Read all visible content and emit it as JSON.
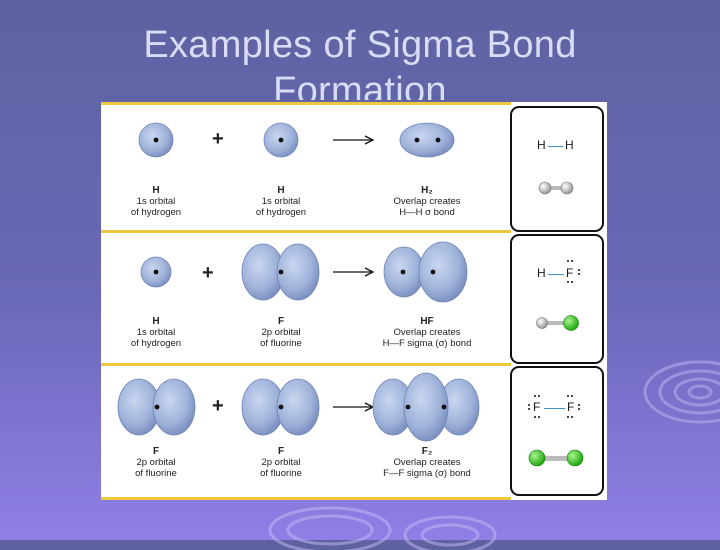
{
  "slide": {
    "title_line1": "Examples of Sigma Bond",
    "title_line2": "Formation"
  },
  "colors": {
    "orbital_fill": "#9fb3da",
    "orbital_edge": "#6f84b8",
    "row_separator": "#f0c840",
    "panel_border": "#111111",
    "bond_line": "#3a93b8",
    "fluorine_ball": "#33cc22",
    "hydrogen_ball": "#e6e6e6"
  },
  "rows": [
    {
      "plus": "+",
      "cells": [
        {
          "sym": "H",
          "line1": "1s orbital",
          "line2": "of hydrogen"
        },
        {
          "sym": "H",
          "line1": "1s orbital",
          "line2": "of hydrogen"
        },
        {
          "sym": "H₂",
          "line1": "Overlap creates",
          "line2": "H—H σ bond"
        }
      ],
      "structure": {
        "left": "H",
        "right": "H"
      }
    },
    {
      "plus": "+",
      "cells": [
        {
          "sym": "H",
          "line1": "1s orbital",
          "line2": "of hydrogen"
        },
        {
          "sym": "F",
          "line1": "2p orbital",
          "line2": "of fluorine"
        },
        {
          "sym": "HF",
          "line1": "Overlap creates",
          "line2": "H—F sigma (σ) bond"
        }
      ],
      "structure": {
        "left": "H",
        "right": "F"
      }
    },
    {
      "plus": "+",
      "cells": [
        {
          "sym": "F",
          "line1": "2p orbital",
          "line2": "of fluorine"
        },
        {
          "sym": "F",
          "line1": "2p orbital",
          "line2": "of fluorine"
        },
        {
          "sym": "F₂",
          "line1": "Overlap creates",
          "line2": "F—F sigma (σ) bond"
        }
      ],
      "structure": {
        "left": "F",
        "right": "F"
      }
    }
  ]
}
